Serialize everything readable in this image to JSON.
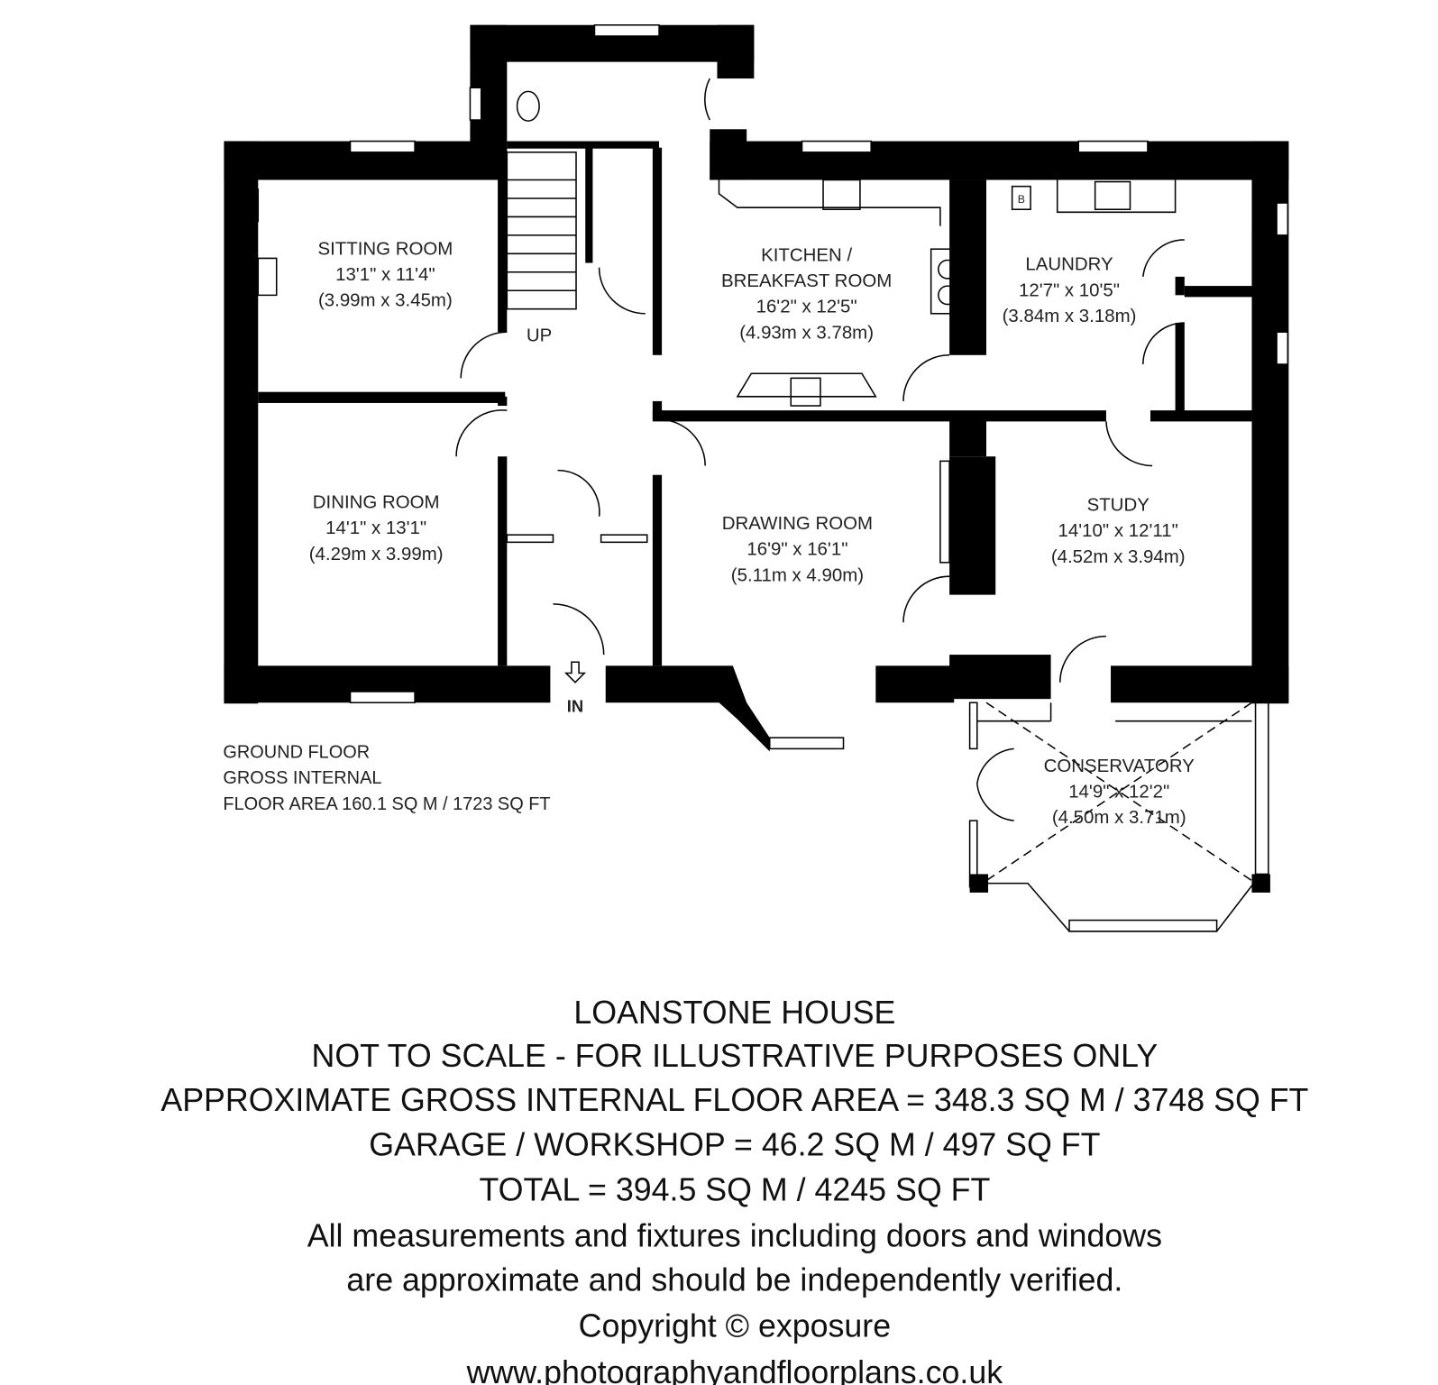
{
  "plan": {
    "rooms": [
      {
        "name": "SITTING ROOM",
        "imperial": "13'1\" x 11'4\"",
        "metric": "(3.99m x 3.45m)"
      },
      {
        "name": "DINING ROOM",
        "imperial": "14'1\" x 13'1\"",
        "metric": "(4.29m x 3.99m)"
      },
      {
        "name": "KITCHEN /",
        "name2": "BREAKFAST ROOM",
        "imperial": "16'2\" x 12'5\"",
        "metric": "(4.93m x 3.78m)"
      },
      {
        "name": "LAUNDRY",
        "imperial": "12'7\" x 10'5\"",
        "metric": "(3.84m x 3.18m)"
      },
      {
        "name": "DRAWING ROOM",
        "imperial": "16'9\" x 16'1\"",
        "metric": "(5.11m x 4.90m)"
      },
      {
        "name": "STUDY",
        "imperial": "14'10\" x 12'11\"",
        "metric": "(4.52m x 3.94m)"
      },
      {
        "name": "CONSERVATORY",
        "imperial": "14'9\" x 12'2\"",
        "metric": "(4.50m x 3.71m)"
      }
    ],
    "stairs_label": "UP",
    "entrance_label": "IN",
    "boiler_label": "B",
    "floor_info": [
      "GROUND FLOOR",
      "GROSS INTERNAL",
      "FLOOR AREA 160.1 SQ M / 1723 SQ FT"
    ]
  },
  "footer": {
    "lines": [
      "LOANSTONE HOUSE",
      "NOT TO SCALE - FOR ILLUSTRATIVE PURPOSES ONLY",
      "APPROXIMATE GROSS INTERNAL FLOOR AREA = 348.3 SQ M / 3748 SQ FT",
      "GARAGE / WORKSHOP = 46.2 SQ M / 497 SQ FT",
      "TOTAL = 394.5 SQ M / 4245 SQ FT",
      "All measurements and fixtures including doors and windows",
      "are approximate and should be independently verified.",
      "Copyright © exposure",
      "www.photographyandfloorplans.co.uk"
    ]
  }
}
